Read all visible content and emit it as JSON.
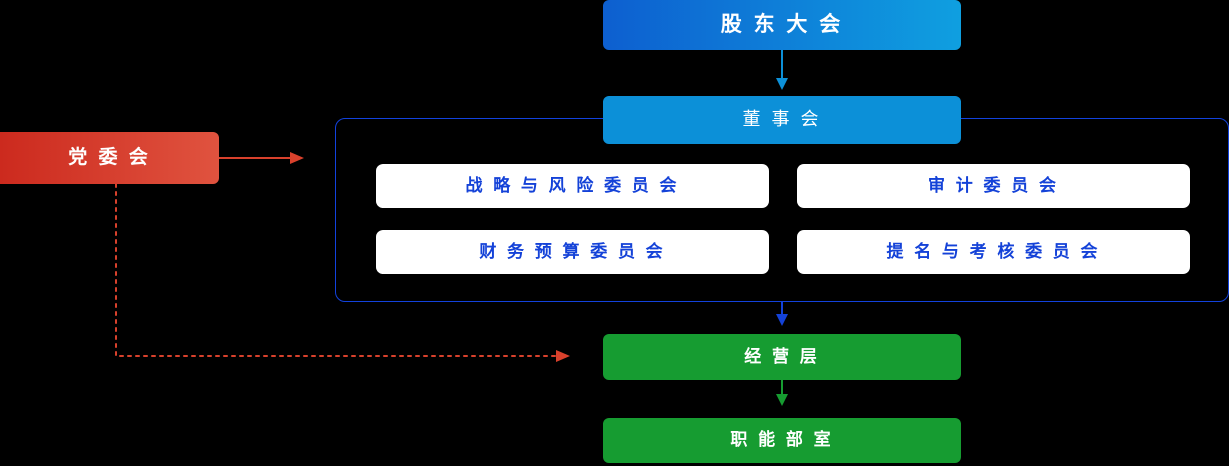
{
  "diagram": {
    "title": "",
    "nodes": {
      "shareholders": "股 东 大 会",
      "board": "董 事 会",
      "party": "党  委  会",
      "management": "经 营 层",
      "departments": "职 能 部 室"
    },
    "committees": [
      "战 略 与 风 险 委 员 会",
      "审 计 委 员 会",
      "财 务 预 算 委 员 会",
      "提 名 与 考 核 委 员 会"
    ],
    "colors": {
      "blue_gradient_start": "#0d5fd0",
      "blue_gradient_end": "#0f9fe0",
      "board_blue": "#0c90d8",
      "committee_text": "#1442d8",
      "committee_border": "#1242dd",
      "red_gradient_start": "#cc2a1e",
      "red_gradient_end": "#e0533f",
      "green": "#169c31",
      "background": "#000000",
      "arrow_blue": "#0c90d8",
      "arrow_green": "#169c31",
      "arrow_red": "#d9412c"
    }
  }
}
